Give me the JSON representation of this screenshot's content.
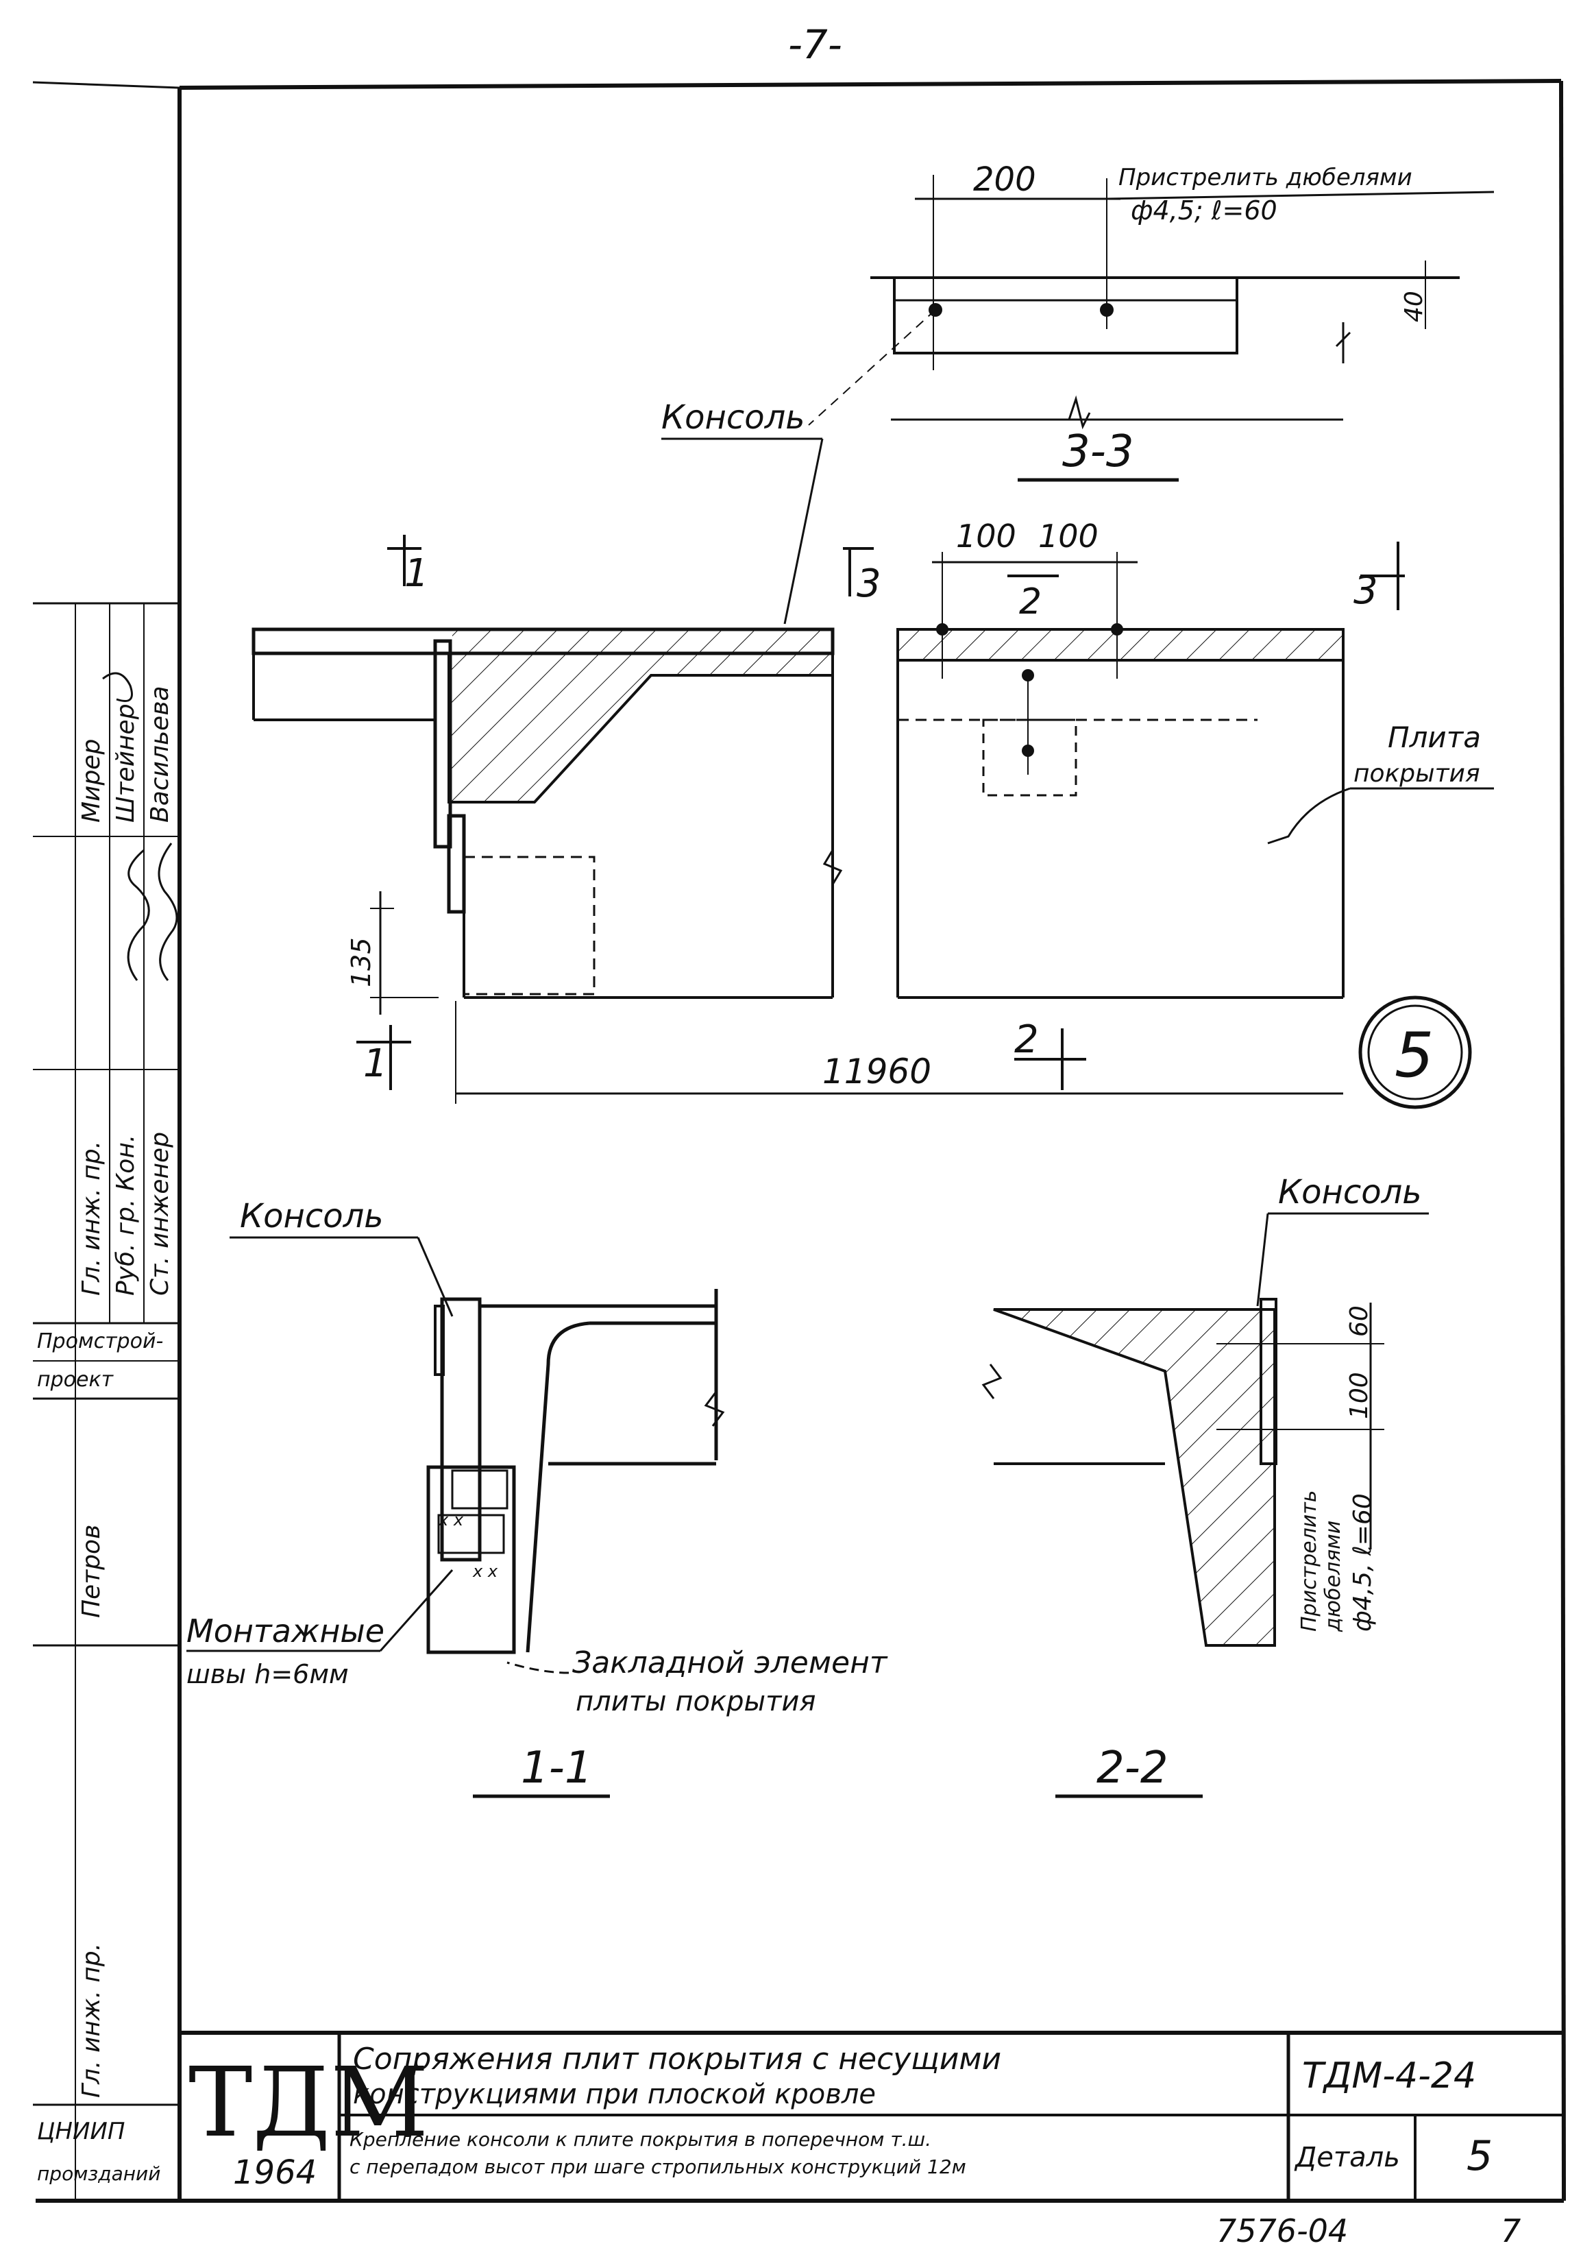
{
  "page_number": "-7-",
  "section_3_3": {
    "label": "3-3",
    "dim_200": "200",
    "dim_40": "40",
    "note_line1": "Пристрелить дюбелями",
    "note_line2": "ф4,5;  ℓ=60"
  },
  "elevation": {
    "konsol_label": "Консоль",
    "dim_100a": "100",
    "dim_100b": "100",
    "dim_135": "135",
    "dim_11960": "11960",
    "plita_line1": "Плита",
    "plita_line2": "покрытия",
    "cut_1": "1",
    "cut_2": "2",
    "cut_3": "3",
    "detail_number": "5"
  },
  "section_1_1": {
    "label": "1-1",
    "konsol_label": "Консоль",
    "welds_line1": "Монтажные",
    "welds_line2": "швы h=6мм",
    "embedded_line1": "Закладной элемент",
    "embedded_line2": "плиты покрытия"
  },
  "section_2_2": {
    "label": "2-2",
    "konsol_label": "Консоль",
    "dim_60": "60",
    "dim_100": "100",
    "note_line1": "Пристрелить",
    "note_line2": "дюбелями",
    "note_line3": "ф4,5, ℓ=60"
  },
  "stamp": {
    "row1": [
      "Гл. инж. пр.",
      "Руб. гр. Кон.",
      "Ст. инженер"
    ],
    "row2": [
      "Мирер",
      "Штейнер",
      "Васильева"
    ],
    "org1": "Промстрой-",
    "org2": "проект",
    "petrov": "Петров",
    "lower": "Гл. инж. пр.",
    "cniip": "ЦНИИП",
    "cniip2": "промзданий"
  },
  "title_block": {
    "logo": "ТДМ",
    "year": "1964",
    "title_line1": "Сопряжения плит покрытия с несущими",
    "title_line2": "конструкциями при плоской кровле",
    "desc_line1": "Крепление консоли к плите покрытия в поперечном т.ш.",
    "desc_line2": "с перепадом высот при шаге стропильных конструкций 12м",
    "code": "ТДМ-4-24",
    "detail_label": "Деталь",
    "detail_no": "5"
  },
  "footer": {
    "code": "7576-04",
    "page": "7"
  }
}
